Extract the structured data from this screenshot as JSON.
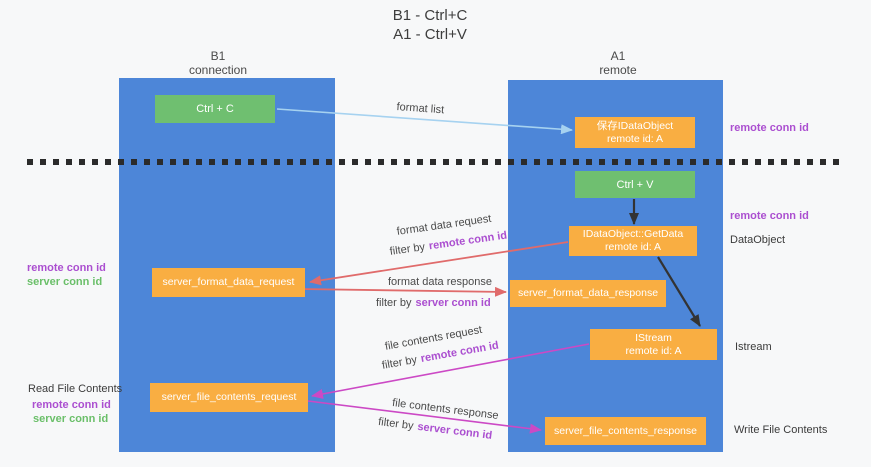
{
  "title": {
    "line1": "B1 - Ctrl+C",
    "line2": "A1 - Ctrl+V"
  },
  "lanes": {
    "left": {
      "name": "B1",
      "subtitle": "connection"
    },
    "right": {
      "name": "A1",
      "subtitle": "remote"
    }
  },
  "boxes": {
    "ctrl_c": {
      "label": "Ctrl + C"
    },
    "saved_idataobject": {
      "line1": "保存IDataObject",
      "line2": "remote id: A"
    },
    "ctrl_v": {
      "label": "Ctrl + V"
    },
    "getdata": {
      "line1": "IDataObject::GetData",
      "line2": "remote id: A"
    },
    "server_format_data_request": {
      "label": "server_format_data_request"
    },
    "server_format_data_response": {
      "label": "server_format_data_response"
    },
    "istream": {
      "line1": "IStream",
      "line2": "remote id: A"
    },
    "server_file_contents_request": {
      "label": "server_file_contents_request"
    },
    "server_file_contents_response": {
      "label": "server_file_contents_response"
    }
  },
  "arrow_labels": {
    "format_list": "format list",
    "format_data_request": "format data request",
    "format_data_response": "format data response",
    "file_contents_request": "file contents request",
    "file_contents_response": "file contents response",
    "filter_remote_1": {
      "prefix": "filter by",
      "keyword": "remote conn id"
    },
    "filter_server_1": {
      "prefix": "filter by",
      "keyword": "server conn id"
    },
    "filter_remote_2": {
      "prefix": "filter by",
      "keyword": "remote conn id"
    },
    "filter_server_2": {
      "prefix": "filter by",
      "keyword": "server conn id"
    }
  },
  "side_labels": {
    "right_top_remote_conn_id": "remote conn id",
    "right_mid_remote_conn_id": "remote conn id",
    "dataobject": "DataObject",
    "istream": "Istream",
    "write_file_contents": "Write File Contents",
    "left_remote_conn_id_1": "remote conn id",
    "left_server_conn_id_1": "server conn id",
    "read_file_contents": "Read File Contents",
    "left_remote_conn_id_2": "remote conn id",
    "left_server_conn_id_2": "server conn id"
  },
  "colors": {
    "lane_blue": "#4d86d8",
    "box_green": "#6fbf70",
    "box_orange": "#f9ae42",
    "arrow_blue": "#a6d2f0",
    "arrow_black": "#333333",
    "arrow_red": "#e06b6b",
    "arrow_magenta": "#cc49c5",
    "keyword_purple": "#ab4fd0",
    "keyword_green": "#6abf69",
    "divider_black": "#2b2b2b",
    "background": "#f7f8f9"
  }
}
